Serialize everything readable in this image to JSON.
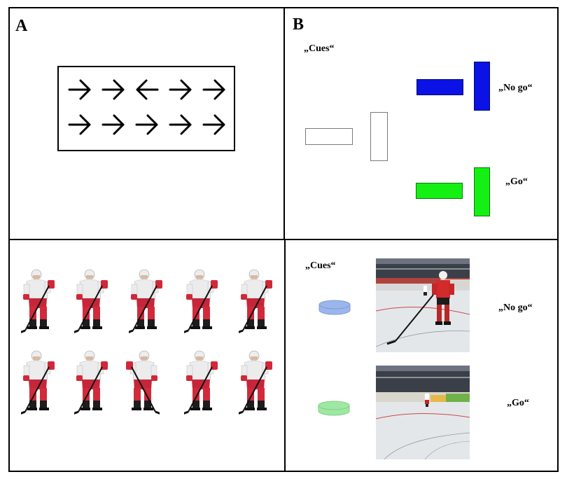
{
  "panels": {
    "a": {
      "letter": "A",
      "flanker_rows": [
        [
          "right",
          "right",
          "left",
          "right",
          "right"
        ],
        [
          "right",
          "right",
          "right",
          "right",
          "right"
        ]
      ]
    },
    "b": {
      "letter": "B",
      "cues_label": "„Cues“",
      "nogo_label": "„No go“",
      "go_label": "„Go“",
      "colors": {
        "cue_outline": "#7a7a7a",
        "nogo": "#0a12e6",
        "go": "#14f014"
      }
    },
    "c": {
      "players_top": [
        true,
        true,
        true,
        true,
        true
      ],
      "players_bottom": [
        true,
        true,
        true,
        true,
        true
      ],
      "player_facing_bottom": [
        "right",
        "right",
        "left",
        "right",
        "right"
      ]
    },
    "d": {
      "cues_label": "„Cues“",
      "nogo_label": "„No go“",
      "go_label": "„Go“",
      "colors": {
        "nogo_puck": "#9ab6ec",
        "go_puck": "#9ee8a4"
      }
    }
  }
}
